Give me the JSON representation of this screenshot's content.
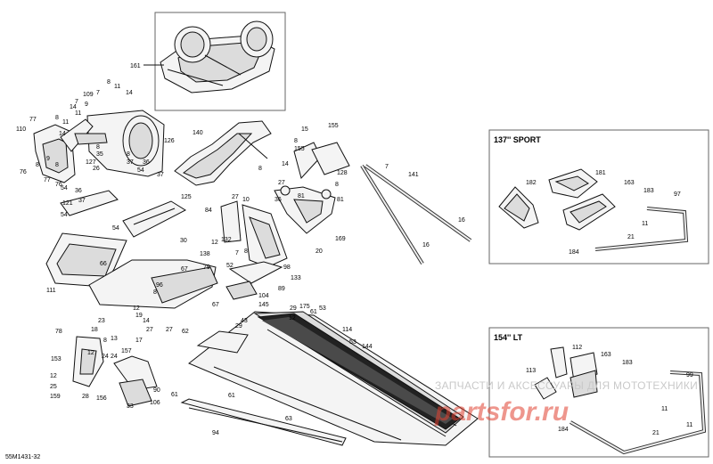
{
  "diagram_code": "55M1431-32",
  "variants": {
    "sport_137": "137'' SPORT",
    "lt_154": "154'' LT"
  },
  "watermark": {
    "text": "ЗАПЧАСТИ И АКСЕССУАРЫ ДЛЯ МОТОТЕХНИКИ",
    "logo": "partsfor.ru"
  },
  "callouts": [
    "161",
    "110",
    "77",
    "8",
    "11",
    "7",
    "14",
    "109",
    "9",
    "7",
    "11",
    "14",
    "126",
    "127",
    "8",
    "35",
    "26",
    "36",
    "8",
    "76",
    "9",
    "37",
    "8",
    "76",
    "54",
    "36",
    "37",
    "121",
    "54",
    "37",
    "125",
    "66",
    "111",
    "84",
    "30",
    "27",
    "10",
    "132",
    "12",
    "138",
    "7",
    "8",
    "79",
    "67",
    "96",
    "8",
    "140",
    "13",
    "8",
    "27",
    "14",
    "155",
    "81",
    "36",
    "155",
    "8",
    "81",
    "169",
    "20",
    "7",
    "141",
    "16",
    "16",
    "182",
    "181",
    "163",
    "183",
    "97",
    "21",
    "184",
    "11",
    "113",
    "112",
    "163",
    "183",
    "99",
    "21",
    "184",
    "11",
    "11",
    "78",
    "12",
    "24",
    "153",
    "8",
    "157",
    "28",
    "159",
    "156",
    "12",
    "25",
    "24",
    "13",
    "17",
    "90",
    "106",
    "33",
    "98",
    "133",
    "52",
    "89",
    "104",
    "145",
    "29",
    "12",
    "19",
    "27",
    "14",
    "27",
    "62",
    "67",
    "175",
    "61",
    "114",
    "53",
    "144",
    "63",
    "61",
    "94",
    "43",
    "29",
    "23",
    "61",
    "53",
    "11"
  ]
}
